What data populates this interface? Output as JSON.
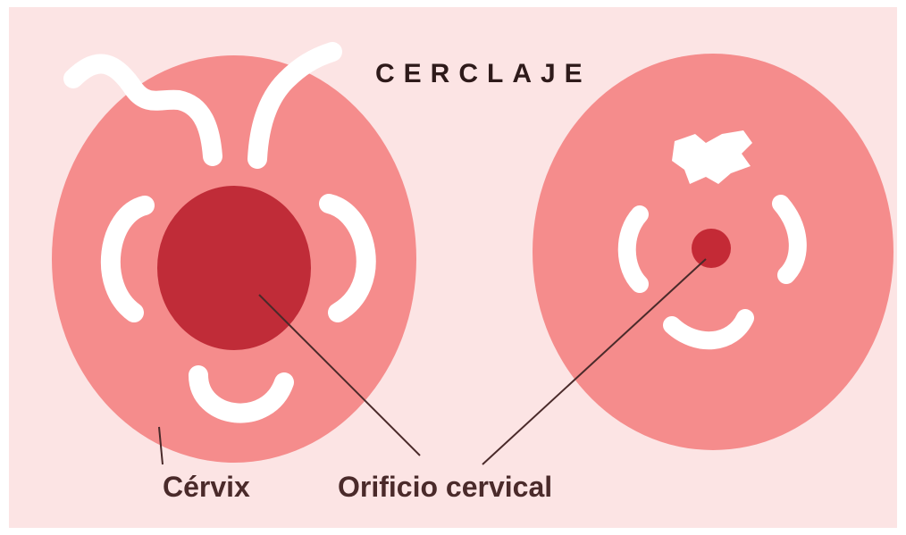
{
  "title": "CERCLAJE",
  "labels": {
    "cervix": "Cérvix",
    "orifice": "Orificio cervical"
  },
  "colors": {
    "background": "#fce4e4",
    "cervix_fill": "#f58c8c",
    "cervix_edge": "#f4a0a0",
    "orifice_open": "#c02c38",
    "orifice_closed": "#c42a36",
    "suture": "#ffffff",
    "leader_line": "#4a2a2a"
  },
  "icons": [
    "cervix-open-shape",
    "cervix-closed-shape",
    "suture-thread"
  ]
}
